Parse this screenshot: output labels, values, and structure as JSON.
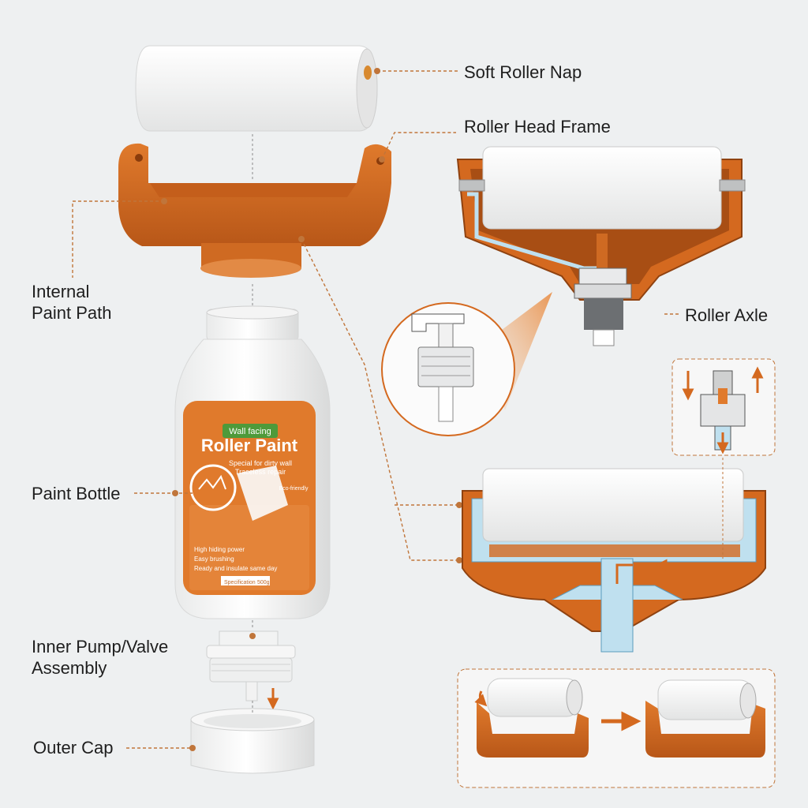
{
  "labels": {
    "soft_roller_nap": "Soft Roller Nap",
    "roller_head_frame": "Roller Head Frame",
    "internal_paint_path": "Internal\nPaint Path",
    "roller_axle": "Roller Axle",
    "paint_bottle": "Paint Bottle",
    "inner_pump_valve": "Inner Pump/Valve\nAssembly",
    "outer_cap": "Outer Cap"
  },
  "bottle_label": {
    "tag": "Wall facing",
    "title": "Roller Paint",
    "subtitle_line1": "Special for dirty wall",
    "subtitle_line2": "Traceless repair",
    "side_tag": "Eco-friendly",
    "bullets": [
      "High hiding power",
      "Easy brushing",
      "Ready and insulate same day"
    ],
    "spec_label": "Specification",
    "spec_value": "500g"
  },
  "colors": {
    "orange": "#d4691f",
    "orange_dark": "#a84e14",
    "leader": "#c0753a",
    "background": "#eef0f1",
    "water": "#bfe0ef"
  }
}
